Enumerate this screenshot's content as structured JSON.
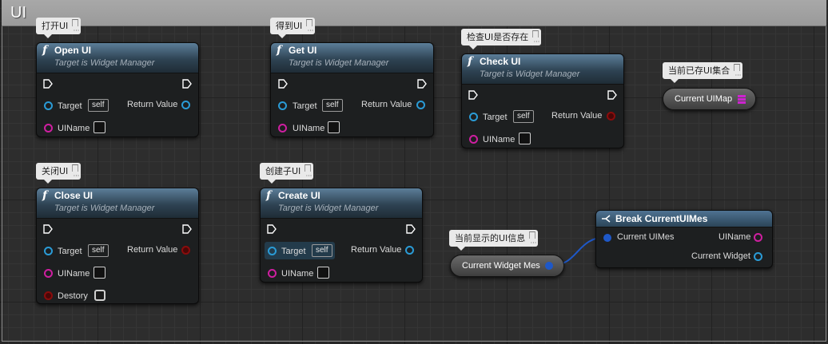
{
  "comment": {
    "title": "UI"
  },
  "bubbles": {
    "open": "打开UI",
    "get": "得到UI",
    "check": "检查UI是否存在",
    "current_map": "当前已存UI集合",
    "close": "关闭UI",
    "create": "创建子UI",
    "current_widget": "当前显示的UI信息"
  },
  "nodes": {
    "open_ui": {
      "title": "Open UI",
      "subtitle": "Target is Widget Manager",
      "target_label": "Target",
      "self_label": "self",
      "uiname_label": "UIName",
      "return_label": "Return Value"
    },
    "get_ui": {
      "title": "Get UI",
      "subtitle": "Target is Widget Manager",
      "target_label": "Target",
      "self_label": "self",
      "uiname_label": "UIName",
      "return_label": "Return Value"
    },
    "check_ui": {
      "title": "Check UI",
      "subtitle": "Target is Widget Manager",
      "target_label": "Target",
      "self_label": "self",
      "uiname_label": "UIName",
      "return_label": "Return Value"
    },
    "close_ui": {
      "title": "Close UI",
      "subtitle": "Target is Widget Manager",
      "target_label": "Target",
      "self_label": "self",
      "uiname_label": "UIName",
      "destroy_label": "Destory",
      "return_label": "Return Value"
    },
    "create_ui": {
      "title": "Create UI",
      "subtitle": "Target is Widget Manager",
      "target_label": "Target",
      "self_label": "self",
      "uiname_label": "UIName",
      "return_label": "Return Value"
    },
    "break_current": {
      "title": "Break CurrentUIMes",
      "input_label": "Current UIMes",
      "out1_label": "UIName",
      "out2_label": "Current Widget"
    }
  },
  "variables": {
    "current_uimap": "Current UIMap",
    "current_widget_mes": "Current Widget Mes"
  },
  "colors": {
    "object_pin": "#2a9bd6",
    "string_pin": "#ce1fa0",
    "bool_pin": "#8a0c0c",
    "map_pin": "#cc23cf"
  }
}
